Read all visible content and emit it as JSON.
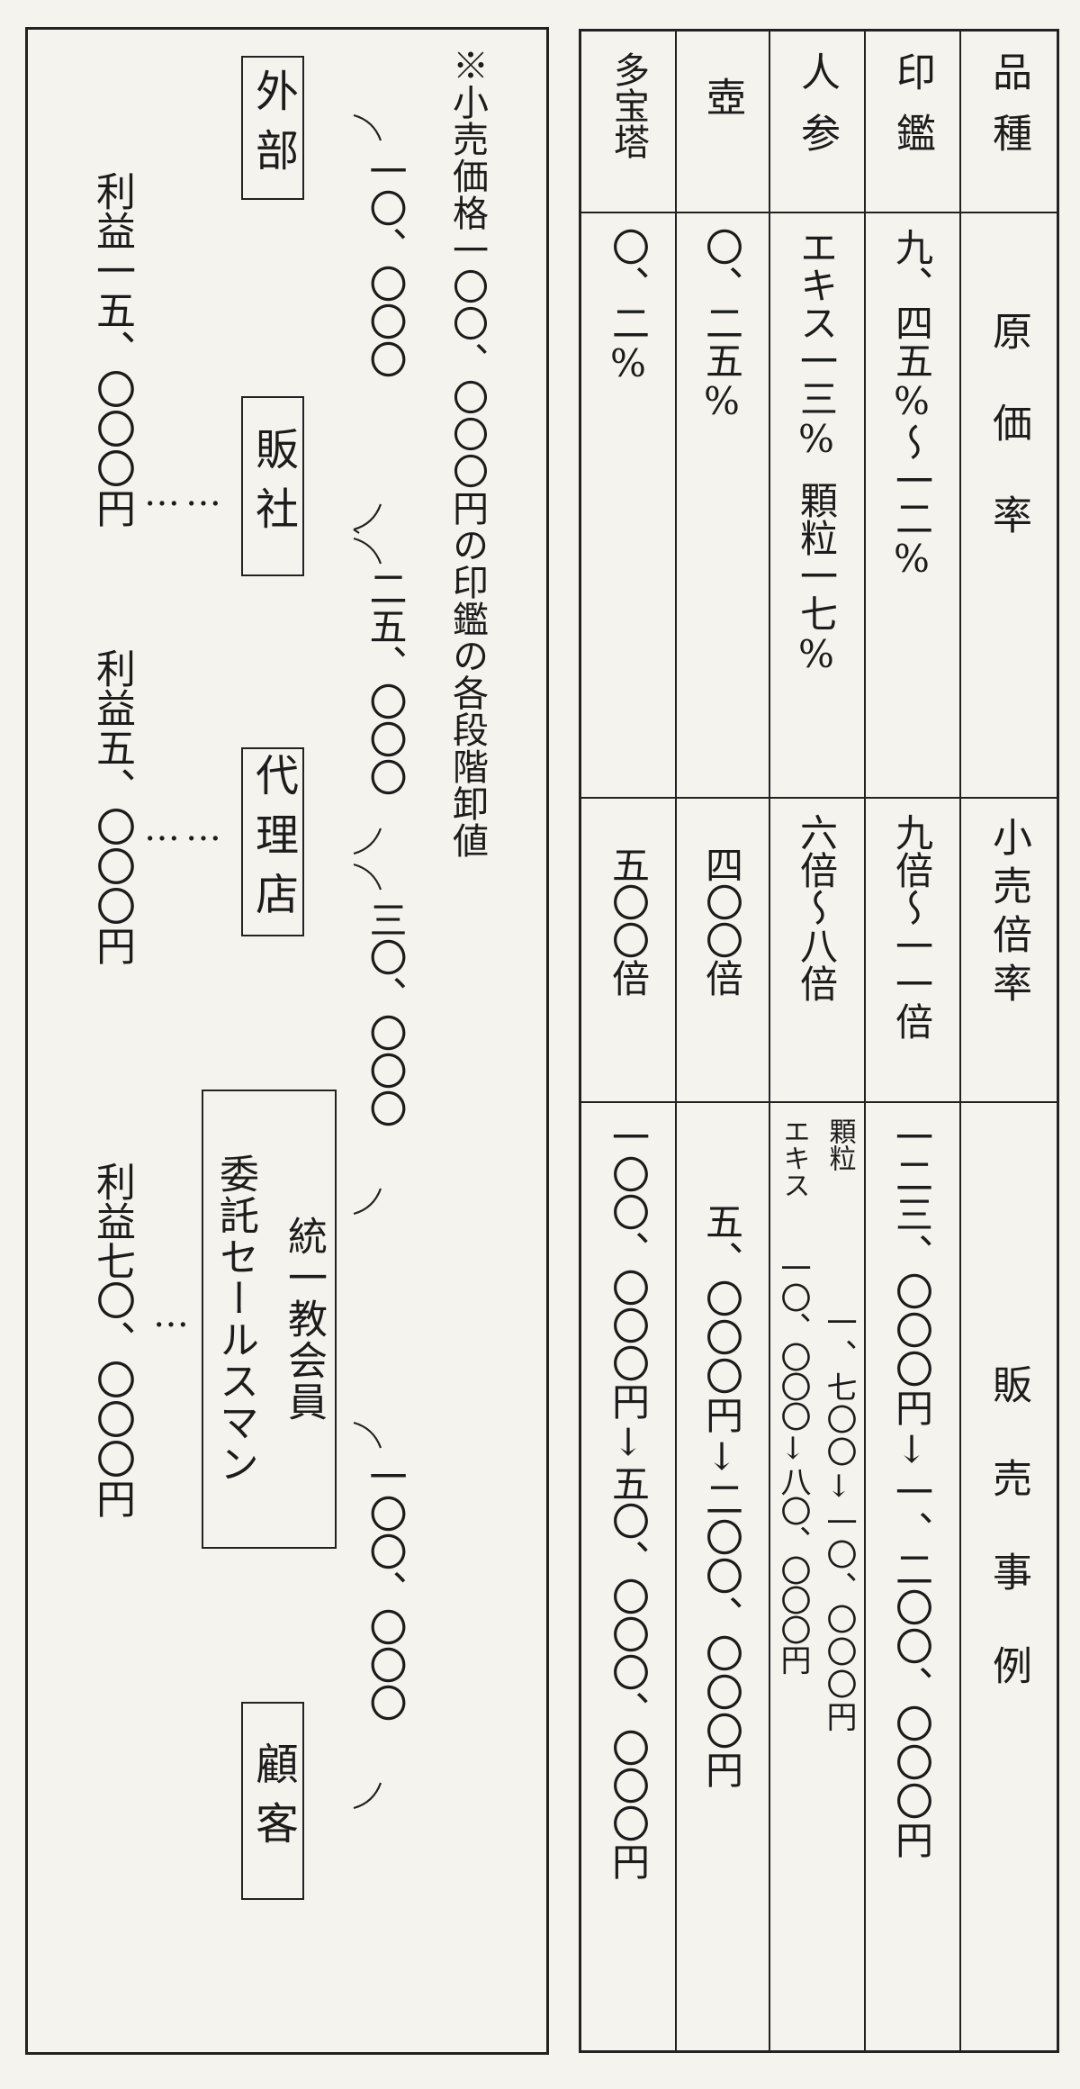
{
  "left": {
    "note": "※小売価格一〇〇、〇〇〇円の印鑑の各段階卸値",
    "boxes": {
      "gaibu": "外部",
      "hansha": "販社",
      "dairiten": "代理店",
      "itaku_line1": "委託セールスマン",
      "itaku_line2": "統一教会員",
      "kokyaku": "顧客"
    },
    "prices": [
      "一〇、〇〇〇",
      "二五、〇〇〇",
      "三〇、〇〇〇",
      "一〇〇、〇〇〇"
    ],
    "profits": [
      "利益一五、〇〇〇円",
      "利益五、〇〇〇円",
      "利益七〇、〇〇〇円"
    ],
    "dots": "……"
  },
  "table": {
    "headers": {
      "hinshu": "品種",
      "genkaritsu": "原価率",
      "kouribairitsu": "小売倍率",
      "hanbaijirei": "販売事例"
    },
    "inkan": {
      "name": "印鑑",
      "genka": "九、四五%〜一二%",
      "bairitsu": "九倍〜一一倍",
      "jirei": "一二三、〇〇〇円↓一、二〇〇、〇〇〇円"
    },
    "ninjin": {
      "name": "人参",
      "genka_a": "エキス一三%",
      "genka_b": "顆粒一七%",
      "bairitsu": "六倍〜八倍",
      "jirei_label_a": "エキス",
      "jirei_label_b": "顆粒",
      "jirei_a": "一〇、〇〇〇↓八〇、〇〇〇円",
      "jirei_b": "一、七〇〇↓一〇、〇〇〇円"
    },
    "tsubo": {
      "name": "壺",
      "genka": "〇、二五%",
      "bairitsu": "四〇〇倍",
      "jirei": "五、〇〇〇円↓二〇〇、〇〇〇円"
    },
    "tahoto": {
      "name": "多宝塔",
      "genka": "〇、二%",
      "bairitsu": "五〇〇倍",
      "jirei": "一〇〇、〇〇〇円↓五〇、〇〇〇、〇〇〇円"
    }
  }
}
